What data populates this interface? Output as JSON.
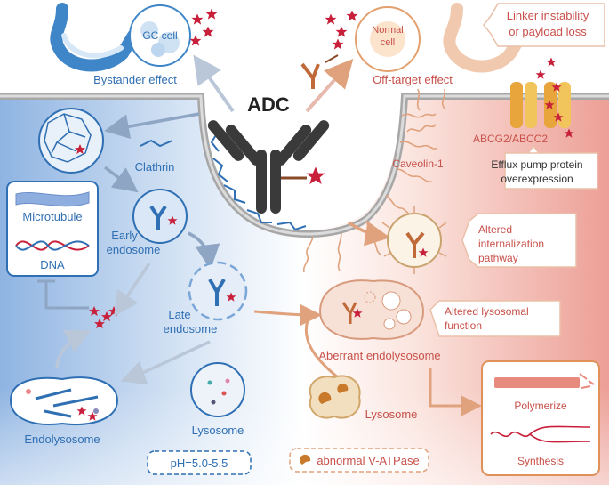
{
  "title": "ADC",
  "top": {
    "bystander_label": "Bystander effect",
    "gc_cell_label": "GC cell",
    "off_target_label": "Off-target effect",
    "normal_cell_label": "Normal cell",
    "linker_box": [
      "Linker instability",
      "or payload loss"
    ]
  },
  "left": {
    "clathrin_label": "Clathrin",
    "microtubule_label": "Microtubule",
    "dna_label": "DNA",
    "early_endosome_label": [
      "Early",
      "endosome"
    ],
    "late_endosome_label": [
      "Late",
      "endosome"
    ],
    "endolysosome_label": "Endolysosome",
    "lysosome_label": "Lysosome",
    "ph_label": "pH=5.0-5.5"
  },
  "right": {
    "abcg2_label": "ABCG2/ABCC2",
    "efflux_box": [
      "Efflux pump protein",
      "overexpression"
    ],
    "caveolin_label": "Caveolin-1",
    "internalization_box": [
      "Altered",
      "internalization",
      "pathway"
    ],
    "lysosomal_box": [
      "Altered lysosomal",
      "function"
    ],
    "aberrant_label": "Aberrant endolysosome",
    "lysosome_label": "Lysosome",
    "vatpase_label": "abnormal V-ATPase",
    "polymerize_label": "Polymerize",
    "synthesis_label": "Synthesis"
  },
  "colors": {
    "blue_text": "#2f6fb3",
    "red_text": "#c8504a",
    "orange": "#e0915a",
    "membrane": "#9a9a9a",
    "antibody": "#333333",
    "payload": "#c8203a"
  }
}
